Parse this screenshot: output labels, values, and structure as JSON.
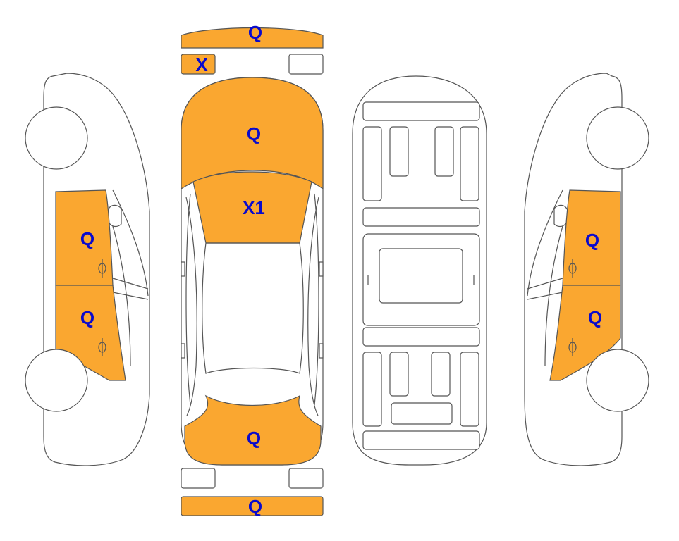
{
  "colors": {
    "damage_fill": "#FAA730",
    "code_text": "#0A0ACC",
    "outline": "#555555"
  },
  "codes": {
    "front_bumper": "Q",
    "front_left_small": "X",
    "hood": "Q",
    "windshield": "X1",
    "trunk": "Q",
    "rear_bumper": "Q",
    "left_front_door": "Q",
    "left_rear_door": "Q",
    "right_front_door": "Q",
    "right_rear_door": "Q"
  }
}
